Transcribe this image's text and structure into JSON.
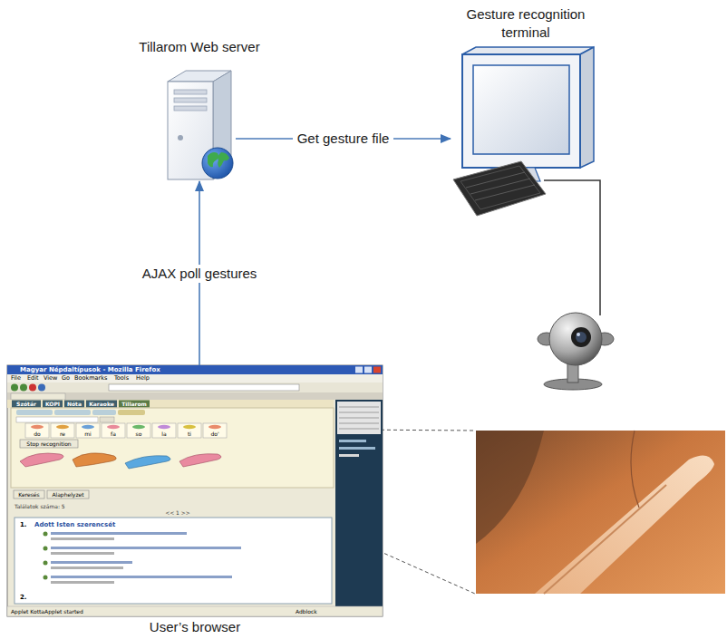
{
  "diagram": {
    "nodes": [
      {
        "text": [
          "Tillarom Web server"
        ]
      },
      {
        "text": [
          "Gesture recognition terminal"
        ]
      },
      {
        "text": [
          "User’s browser"
        ]
      }
    ],
    "edges": [
      {
        "from": 0,
        "to": 1,
        "arrow": "to",
        "label": "Get gesture file"
      },
      {
        "from": 2,
        "to": 0,
        "arrow": "to",
        "label": "AJAX poll gestures"
      }
    ],
    "labels": [
      "Magyar Népdaltípusok - Mozilla Firefox",
      "File",
      "Edit",
      "View",
      "Go",
      "Bookmarks",
      "Tools",
      "Help",
      "Szótár",
      "KOPI",
      "Nóta",
      "Karaoke",
      "Tillarom",
      "do",
      "re",
      "mi",
      "fa",
      "so",
      "la",
      "ti",
      "do'",
      "Stop recognition",
      "Keresés",
      "Alaphelyzet",
      "Találatok száma: 5",
      "<< 1 >>",
      "1.",
      "Adott Isten szerencsét",
      "2.",
      "Applet KottaApplet started",
      "Adblock"
    ]
  }
}
